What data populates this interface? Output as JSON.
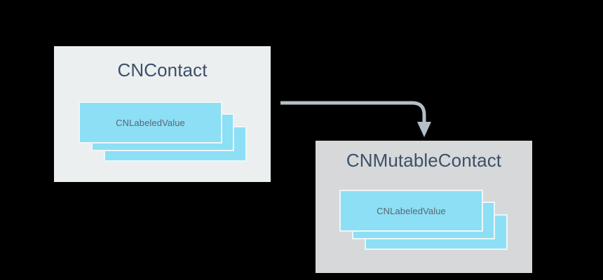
{
  "diagram": {
    "title_semantic": "CNContact to CNMutableContact copy diagram",
    "background_color": "#000000",
    "arrow": {
      "name": "copy-arrow",
      "color": "#B4BFC6",
      "direction": "left-to-right-then-down"
    },
    "panels": [
      {
        "id": "source",
        "title": "CNContact",
        "background_color": "#ECEFF0",
        "title_color": "#3C5068",
        "cards": [
          {
            "label": "CNLabeledValue",
            "layer": "front"
          },
          {
            "label": "",
            "layer": "second"
          },
          {
            "label": "",
            "layer": "third"
          }
        ],
        "card_color": "#8CDFF5",
        "card_border_color": "#EEF6F9",
        "card_label_color": "#5B6571"
      },
      {
        "id": "target",
        "title": "CNMutableContact",
        "background_color": "#D6D8DA",
        "title_color": "#3C5068",
        "cards": [
          {
            "label": "CNLabeledValue",
            "layer": "front"
          },
          {
            "label": "",
            "layer": "second"
          },
          {
            "label": "",
            "layer": "third"
          }
        ],
        "card_color": "#8CDFF5",
        "card_border_color": "#EEF6F9",
        "card_label_color": "#5B6571"
      }
    ]
  }
}
